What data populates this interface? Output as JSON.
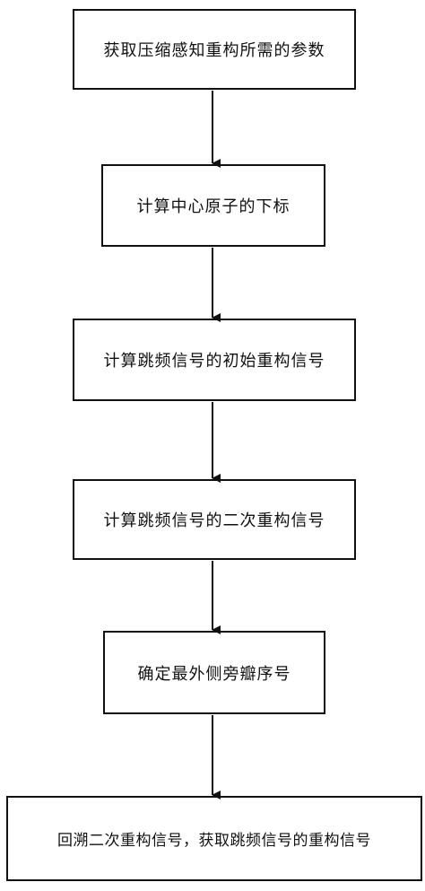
{
  "flowchart": {
    "steps": [
      {
        "label": "获取压缩感知重构所需的参数"
      },
      {
        "label": "计算中心原子的下标"
      },
      {
        "label": "计算跳频信号的初始重构信号"
      },
      {
        "label": "计算跳频信号的二次重构信号"
      },
      {
        "label": "确定最外侧旁瓣序号"
      },
      {
        "label": "回溯二次重构信号，获取跳频信号的重构信号"
      }
    ],
    "line_color": "#111111"
  }
}
